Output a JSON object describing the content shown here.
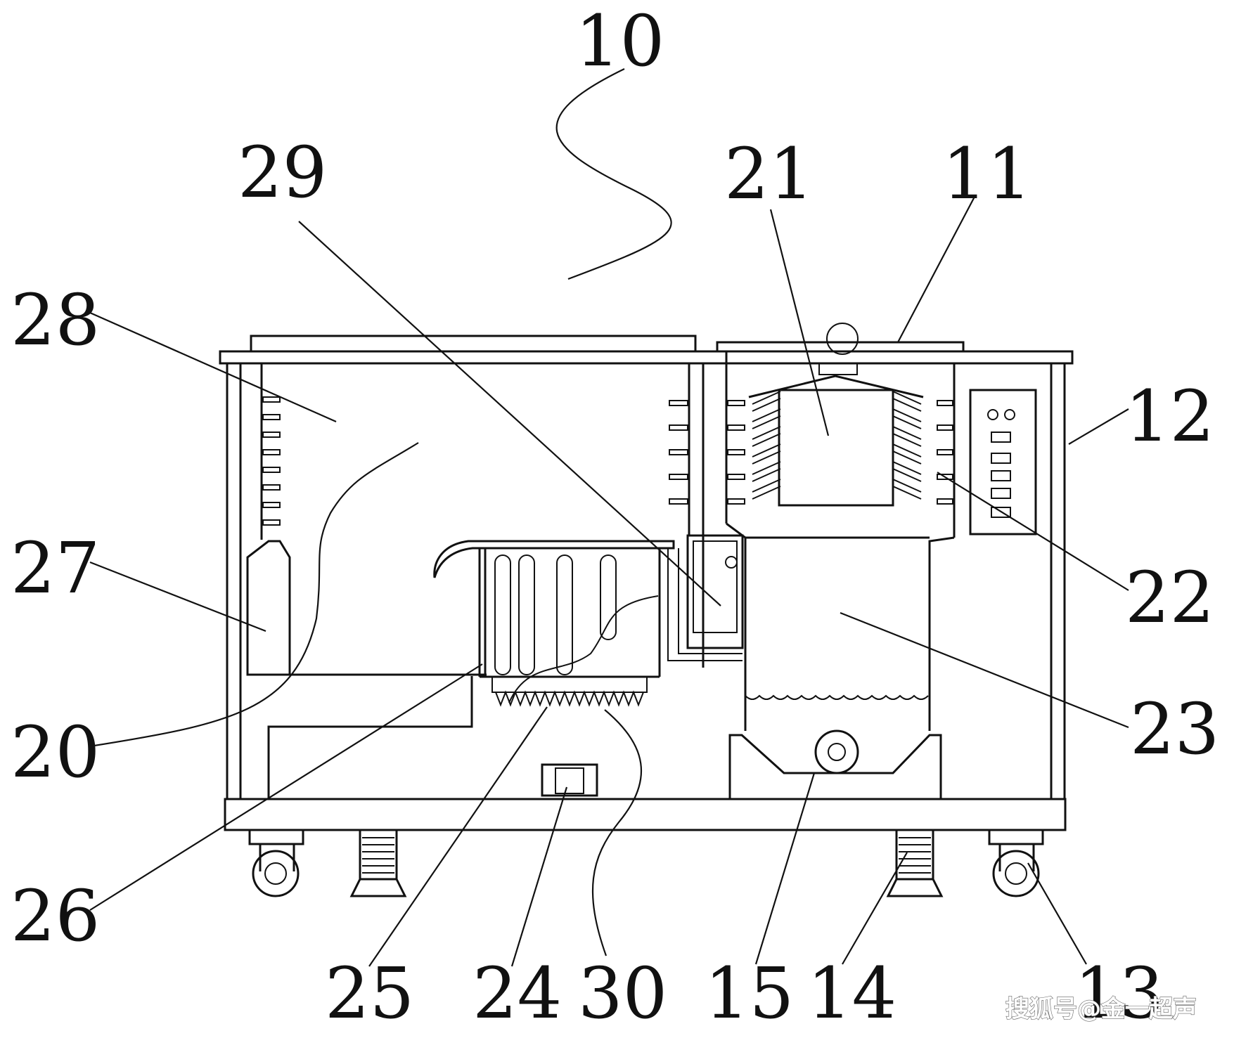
{
  "labels": {
    "l10": "10",
    "l11": "11",
    "l12": "12",
    "l13": "13",
    "l14": "14",
    "l15": "15",
    "l20": "20",
    "l21": "21",
    "l22": "22",
    "l23": "23",
    "l24": "24",
    "l25": "25",
    "l26": "26",
    "l27": "27",
    "l28": "28",
    "l29": "29",
    "l30": "30"
  },
  "watermark": "搜狐号@金一超声"
}
